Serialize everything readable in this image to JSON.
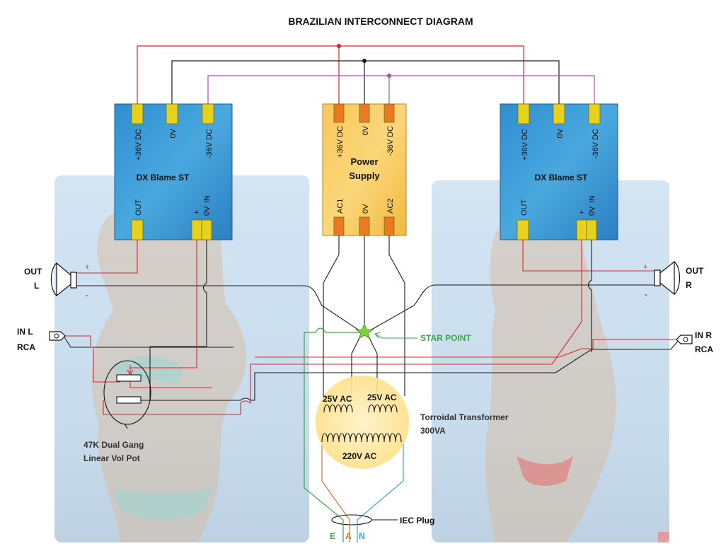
{
  "title": "BRAZILIAN INTERCONNECT DIAGRAM",
  "colors": {
    "positive_rail": "#d9262b",
    "ground": "#1a1a1a",
    "negative_rail": "#a64fb0",
    "earth": "#3aa84a",
    "active": "#c8763a",
    "neutral": "#3ba0dc",
    "star": "#7fd23c",
    "amp_module": "#3d9fd8",
    "psu_module": "#f6c452",
    "terminal_amp": "#e6d21c",
    "terminal_psu": "#ec7a22",
    "transformer": "#ffe39a",
    "photo_panel": "#b8d3ea"
  },
  "amp_left": {
    "name": "DX Blame ST",
    "pins": {
      "pos": "+36V DC",
      "gnd": "0V",
      "neg": "-36V DC",
      "out": "OUT",
      "in_plus": "+",
      "in_0v": "0V",
      "in_label": "IN"
    }
  },
  "amp_right": {
    "name": "DX Blame ST",
    "pins": {
      "pos": "+36V DC",
      "gnd": "0V",
      "neg": "-36V DC",
      "out": "OUT",
      "in_plus": "+",
      "in_0v": "0V",
      "in_label": "IN"
    }
  },
  "psu": {
    "line1": "Power",
    "line2": "Supply",
    "pins": {
      "pos": "+36V DC",
      "gnd": "0V",
      "neg": "-36V DC",
      "ac1": "AC1",
      "ac_0v": "0V",
      "ac2": "AC2"
    }
  },
  "speaker_left": {
    "line1": "OUT",
    "line2": "L",
    "plus": "+",
    "minus": "-"
  },
  "speaker_right": {
    "line1": "OUT",
    "line2": "R",
    "plus": "+",
    "minus": "-"
  },
  "rca_left": {
    "line1": "IN L",
    "line2": "RCA"
  },
  "rca_right": {
    "line1": "IN R",
    "line2": "RCA"
  },
  "star_point": "STAR POINT",
  "pot": {
    "line1": "47K Dual Gang",
    "line2": "Linear Vol Pot"
  },
  "transformer": {
    "sec_left": "25V AC",
    "sec_right": "25V AC",
    "primary": "220V AC",
    "line1": "Torroidal Transformer",
    "line2": "300VA"
  },
  "iec": {
    "label": "IEC Plug",
    "earth": "E",
    "active": "A",
    "neutral": "N"
  }
}
